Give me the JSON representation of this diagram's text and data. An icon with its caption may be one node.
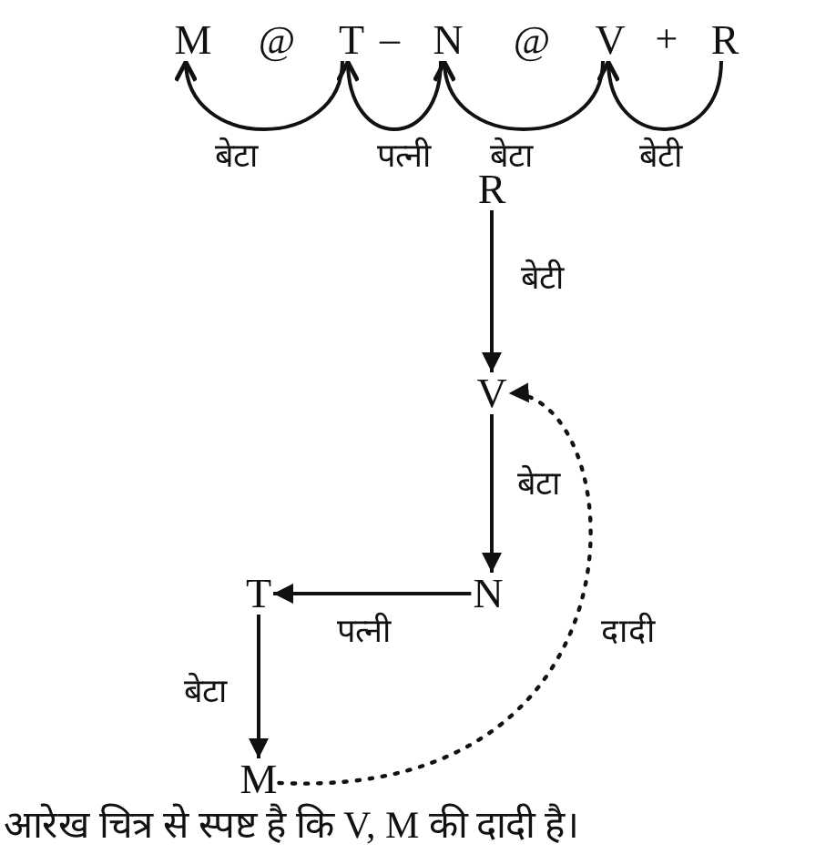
{
  "diagram": {
    "caption": "आरेख चित्र से स्पष्ट है कि V, M की दादी है।",
    "nodes": [
      {
        "text": [
          "M"
        ]
      },
      {
        "text": [
          "T"
        ]
      },
      {
        "text": [
          "N"
        ]
      },
      {
        "text": [
          "V"
        ]
      },
      {
        "text": [
          "R"
        ]
      },
      {
        "text": [
          "R"
        ]
      },
      {
        "text": [
          "V"
        ]
      },
      {
        "text": [
          "N"
        ]
      },
      {
        "text": [
          "T"
        ]
      },
      {
        "text": [
          "M"
        ]
      }
    ],
    "edges": [
      {
        "from": 1,
        "to": 0,
        "arrow": "to",
        "label": "बेटा"
      },
      {
        "from": 2,
        "to": 1,
        "arrow": "to",
        "label": "पत्नी"
      },
      {
        "from": 3,
        "to": 2,
        "arrow": "to",
        "label": "बेटा"
      },
      {
        "from": 4,
        "to": 3,
        "arrow": "to",
        "label": "बेटी"
      },
      {
        "from": 5,
        "to": 6,
        "arrow": "to",
        "label": "बेटी"
      },
      {
        "from": 6,
        "to": 7,
        "arrow": "to",
        "label": "बेटा"
      },
      {
        "from": 7,
        "to": 8,
        "arrow": "to",
        "label": "पत्नी"
      },
      {
        "from": 8,
        "to": 9,
        "arrow": "to",
        "label": "बेटा"
      },
      {
        "from": 9,
        "to": 6,
        "arrow": "to",
        "label": "दादी",
        "style": "dashed"
      }
    ],
    "labels": [
      "@",
      "–",
      "@",
      "+"
    ]
  }
}
